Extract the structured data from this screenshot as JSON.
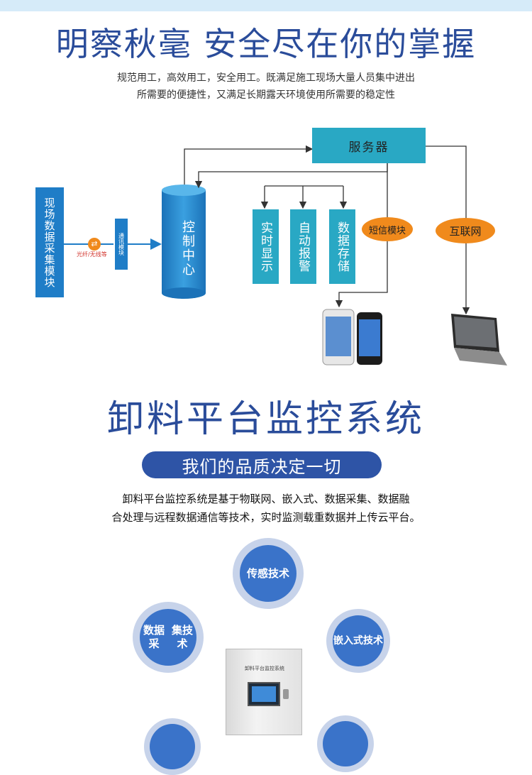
{
  "header": {
    "title": "明察秋毫 安全尽在你的掌握",
    "intro_line1": "规范用工，高效用工，安全用工。既满足施工现场大量人员集中进出",
    "intro_line2": "所需要的便捷性，又满足长期露天环境使用所需要的稳定性"
  },
  "diagram": {
    "collect_module": "现场数据采集模块",
    "comm_module": "通讯模块",
    "link_label": "光纤/无线等",
    "control_center": "控制中心",
    "server": "服务器",
    "realtime_display": "实时显示",
    "auto_alarm": "自动报警",
    "data_storage": "数据存储",
    "sms_module": "短信模块",
    "internet": "互联网",
    "colors": {
      "box": "#29a8c4",
      "module": "#1f7dc7",
      "oval": "#f08a1c"
    }
  },
  "section2": {
    "title": "卸料平台监控系统",
    "tagline": "我们的品质决定一切",
    "desc_line1": "卸料平台监控系统是基于物联网、嵌入式、数据采集、数据融",
    "desc_line2": "合处理与远程数据通信等技术，实时监测载重数据并上传云平台。",
    "tech": {
      "sensor": "传感技术",
      "data_line1": "数据采",
      "data_line2": "集技术",
      "embed_line1": "嵌入式",
      "embed_line2": "技术"
    },
    "cabinet_plate": "卸料平台监控系统",
    "colors": {
      "title": "#2a4c9a",
      "pill": "#2e54a6",
      "circle": "#3a73c9"
    }
  }
}
